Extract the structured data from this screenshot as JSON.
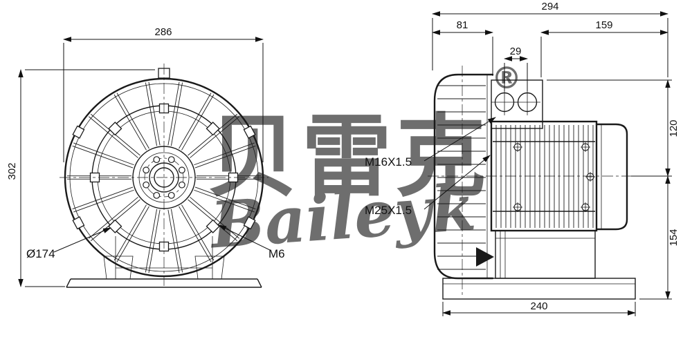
{
  "watermark": {
    "cn": "贝雷克",
    "reg": "®",
    "en": "Baileyk"
  },
  "front_view": {
    "width": "286",
    "height": "302",
    "diameter_label": "Ø174",
    "thread_label": "M6"
  },
  "side_view": {
    "total_width": "294",
    "housing_width": "81",
    "motor_width": "159",
    "gland_spacing": "29",
    "upper_height": "120",
    "lower_height": "154",
    "base_width": "240",
    "gland1_label": "M16X1.5",
    "gland2_label": "M25X1.5"
  }
}
